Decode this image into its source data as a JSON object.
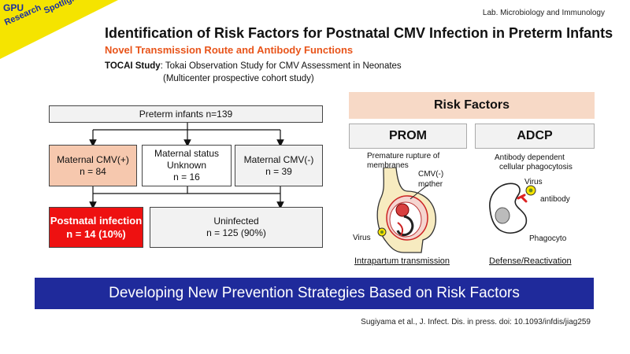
{
  "badge": {
    "line1": "GPU",
    "line2": "Research",
    "line3": "Spotlights"
  },
  "lab": "Lab. Microbiology and Immunology",
  "title": "Identification of Risk Factors for Postnatal CMV Infection in Preterm Infants",
  "subtitle": "Novel Transmission Route and Antibody Functions",
  "study": {
    "name": "TOCAI Study",
    "desc": ": Tokai Observation Study for CMV Assessment in Neonates",
    "type": "(Multicenter prospective cohort study)"
  },
  "flow": {
    "top": "Preterm infants n=139",
    "pos": {
      "label": "Maternal CMV(+)",
      "n": "n = 84"
    },
    "unknown": {
      "l1": "Maternal status",
      "l2": "Unknown",
      "n": "n = 16"
    },
    "neg": {
      "label": "Maternal CMV(-)",
      "n": "n = 39"
    },
    "infected": {
      "label": "Postnatal infection",
      "n": "n = 14 (10%)"
    },
    "uninfected": {
      "label": "Uninfected",
      "n": "n = 125 (90%)"
    }
  },
  "risk": {
    "header": "Risk Factors",
    "prom": {
      "tag": "PROM",
      "d1": "Premature rupture of",
      "d2": "membranes",
      "cmv": "CMV(-)",
      "mother": "mother",
      "virus": "Virus",
      "footer": "Intrapartum transmission"
    },
    "adcp": {
      "tag": "ADCP",
      "d1": "Antibody dependent",
      "d2": "cellular phagocytosis",
      "virus": "Virus",
      "antibody": "antibody",
      "cell": "Phagocyto",
      "footer": "Defense/Reactivation"
    }
  },
  "banner": "Developing New Prevention Strategies Based on Risk Factors",
  "citation": "Sugiyama et al., J. Infect. Dis. in press. doi: 10.1093/infdis/jiag259",
  "colors": {
    "badge": "#f5e400",
    "banner": "#1f2a9b",
    "subtitle": "#e8541a",
    "infected": "#ee1111",
    "peach": "#f6c8ae",
    "riskHeader": "#f7d9c6"
  }
}
